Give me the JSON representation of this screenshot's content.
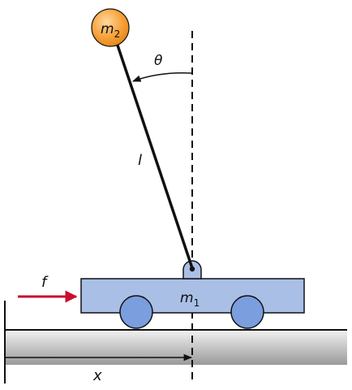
{
  "labels": {
    "pendulum_mass": "m",
    "pendulum_mass_sub": "2",
    "cart_mass": "m",
    "cart_mass_sub": "1",
    "angle": "θ",
    "rod_length": "l",
    "force": "f",
    "position": "x"
  },
  "colors": {
    "ground_top": "#f2f2f2",
    "ground_bottom": "#9a9a9a",
    "cart_fill": "#a9bfe6",
    "wheel_fill": "#7a9ede",
    "bob_fill": "#f7a23a",
    "force_arrow": "#c8102e"
  }
}
